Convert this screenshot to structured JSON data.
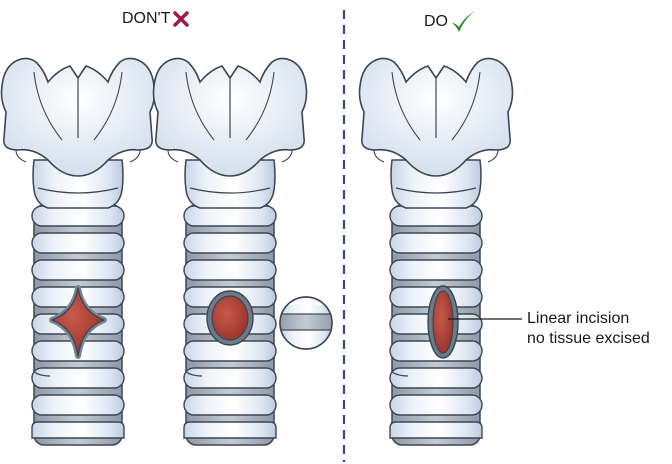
{
  "headings": {
    "dont": "DON'T",
    "do": "DO"
  },
  "callout": {
    "line1": "Linear incision",
    "line2": "no tissue excised"
  },
  "icons": {
    "dont": "cross-icon",
    "do": "check-icon"
  },
  "colors": {
    "cross": "#9b1b4a",
    "check": "#2e8b2e",
    "incision": "#a53a2b",
    "divider": "#3a4a78",
    "cartilage": "#e3ecf6",
    "outline": "#3c4653"
  }
}
